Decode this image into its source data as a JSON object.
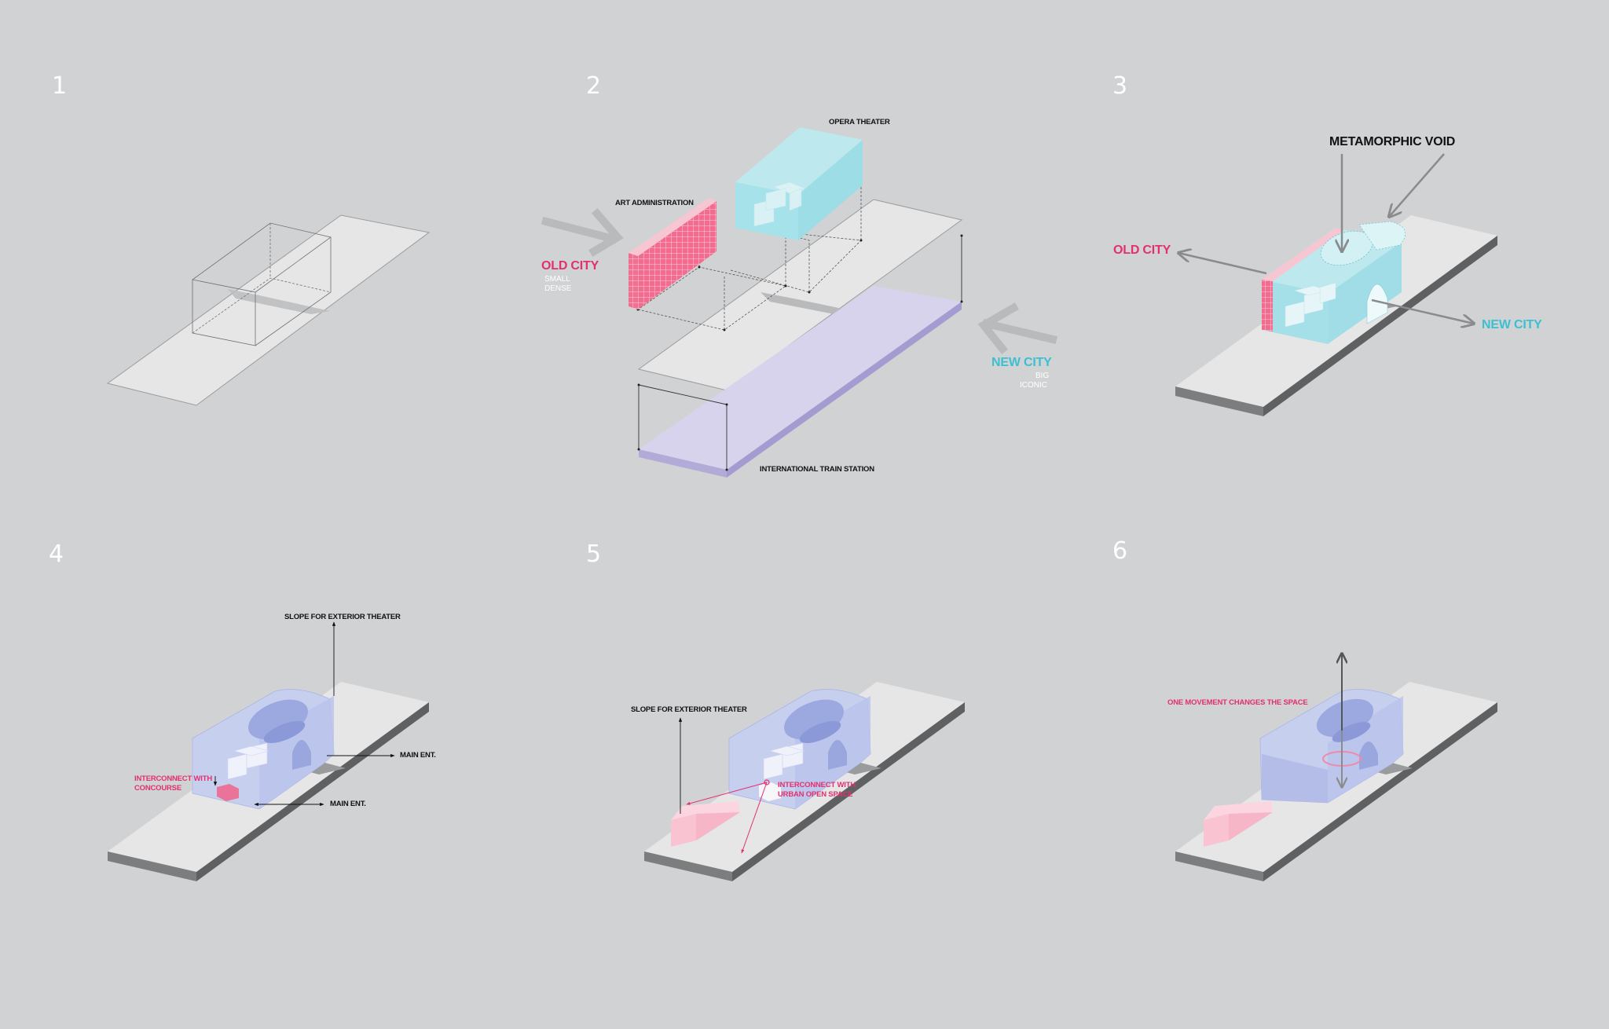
{
  "panels": [
    {
      "number": "1"
    },
    {
      "number": "2"
    },
    {
      "number": "3"
    },
    {
      "number": "4"
    },
    {
      "number": "5"
    },
    {
      "number": "6"
    }
  ],
  "panel2": {
    "opera": "OPERA THEATER",
    "art_admin": "ART ADMINISTRATION",
    "old_city": "OLD CITY",
    "old_small": "SMALL",
    "old_dense": "DENSE",
    "new_city": "NEW CITY",
    "new_big": "BIG",
    "new_iconic": "ICONIC",
    "train": "INTERNATIONAL TRAIN STATION"
  },
  "panel3": {
    "void": "METAMORPHIC VOID",
    "old_city": "OLD CITY",
    "new_city": "NEW CITY"
  },
  "panel4": {
    "slope": "SLOPE FOR EXTERIOR THEATER",
    "main_ent_1": "MAIN ENT.",
    "main_ent_2": "MAIN ENT.",
    "interconnect_1": "INTERCONNECT WITH",
    "interconnect_2": "CONCOURSE"
  },
  "panel5": {
    "slope": "SLOPE FOR EXTERIOR THEATER",
    "interconnect_1": "INTERCONNECT WITH",
    "interconnect_2": "URBAN OPEN SPACE"
  },
  "panel6": {
    "movement": "ONE MOVEMENT CHANGES THE SPACE"
  },
  "colors": {
    "background": "#d1d2d3",
    "slab_top": "#e4e4e4",
    "slab_side": "#5f6061",
    "pink": "#e2306e",
    "cyan": "#3cbfd2",
    "lavender": "#d6d2ea",
    "blue_volume": "#c7cfee"
  }
}
